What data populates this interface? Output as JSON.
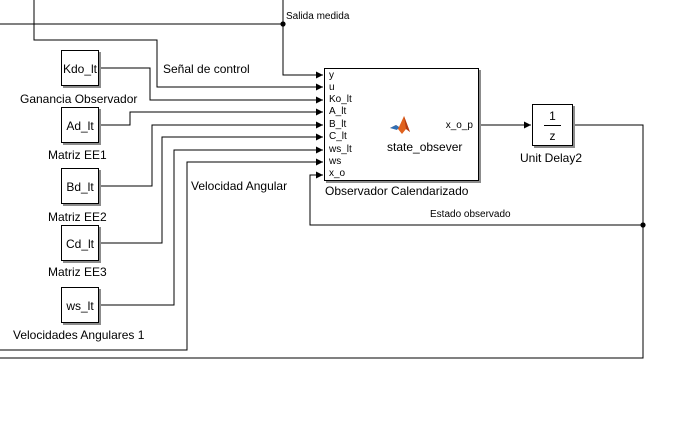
{
  "signals": {
    "salida_medida": "Salida medida",
    "senal_control": "Señal de control",
    "velocidad_angular": "Velocidad Angular",
    "estado_observado": "Estado observado"
  },
  "blocks": {
    "kdo": {
      "text": "Kdo_lt",
      "caption": "Ganancia Observador"
    },
    "ad": {
      "text": "Ad_lt",
      "caption": "Matriz EE1"
    },
    "bd": {
      "text": "Bd_lt",
      "caption": "Matriz EE2"
    },
    "cd": {
      "text": "Cd_lt",
      "caption": "Matriz EE3"
    },
    "ws": {
      "text": "ws_lt",
      "caption": "Velocidades Angulares 1"
    },
    "observer": {
      "function_name": "state_obsever",
      "caption": "Observador Calendarizado",
      "icon": "matlab-function-icon",
      "inputs": [
        "y",
        "u",
        "Ko_lt",
        "A_lt",
        "B_lt",
        "C_lt",
        "ws_lt",
        "ws",
        "x_o"
      ],
      "output": "x_o_p"
    },
    "delay": {
      "numerator": "1",
      "denominator": "z",
      "caption": "Unit Delay2"
    }
  }
}
